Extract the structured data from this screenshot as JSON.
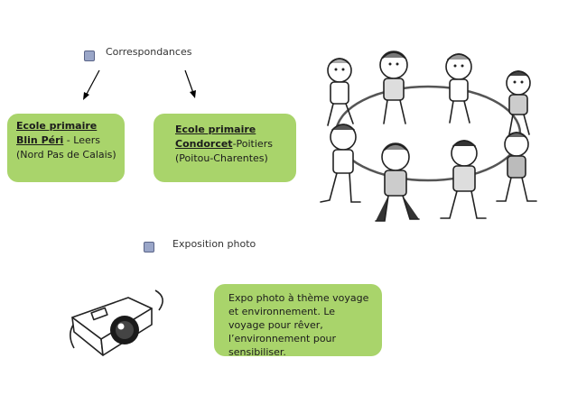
{
  "correspondances": {
    "label": "Correspondances",
    "schools": [
      {
        "name": "Ecole primaire Blin Péri",
        "rest": " - Leers (Nord Pas de Calais)"
      },
      {
        "name": "Ecole primaire Condorcet",
        "rest": "-Poitiers (Poitou-Charentes)"
      }
    ]
  },
  "exposition": {
    "label": "Exposition photo",
    "description": "Expo photo à thème voyage et environnement. Le voyage pour rêver, l’environnement pour sensibiliser."
  },
  "icons": {
    "bullet": "square-bullet",
    "arrow": "arrow-down",
    "illustration": "children-circle-dance",
    "camera": "camera-icon"
  },
  "colors": {
    "card_bg": "#a9d46b",
    "bullet": "#9aa6c8"
  }
}
